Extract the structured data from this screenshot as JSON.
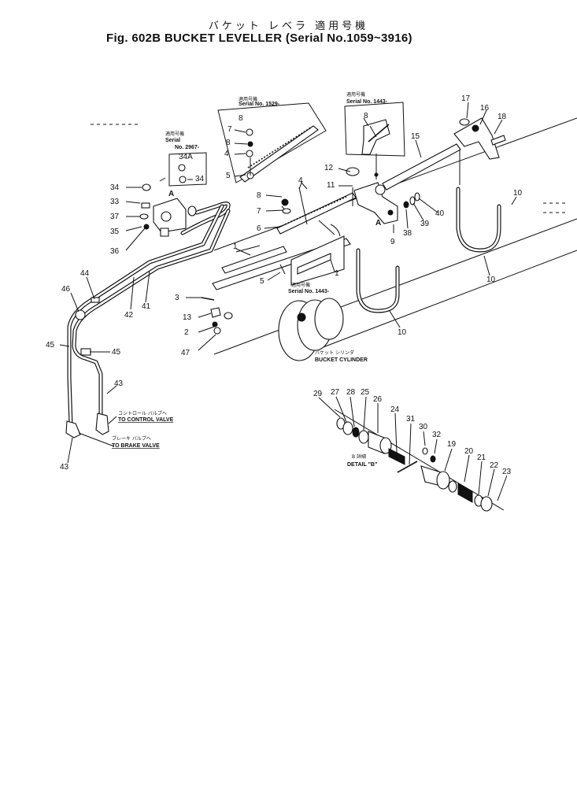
{
  "header": {
    "title_jp": "バケット レベラ 適用号機",
    "title_en": "Fig. 602B BUCKET LEVELLER (Serial No.1059~3916)"
  },
  "callouts": {
    "serial_1529": {
      "jp": "適用号機",
      "en": "Serial No. 1529-"
    },
    "serial_1443_top": {
      "jp": "適用号機",
      "en": "Serial No. 1443-"
    },
    "serial_2967": {
      "jp": "適用号機",
      "en_line1": "Serial",
      "en_line2": "No. 2967-"
    },
    "serial_1443_mid": {
      "jp": "適用号機",
      "en": "Serial No. 1443-"
    },
    "bucket_cylinder": {
      "jp": "バケット シリンダ",
      "en": "BUCKET CYLINDER"
    },
    "control_valve": {
      "jp": "コントロール バルブへ",
      "en": "TO CONTROL VALVE"
    },
    "brake_valve": {
      "jp": "ブレーキ バルブへ",
      "en": "TO BRAKE VALVE"
    },
    "detail_b": {
      "jp": "B 詳細",
      "en": "DETAIL \"B\""
    },
    "view_a_1": "A",
    "view_a_2": "A"
  },
  "part_numbers": {
    "p1": "1",
    "p1b": "1",
    "p2": "2",
    "p3": "3",
    "p4a": "4",
    "p4b": "4",
    "p5a": "5",
    "p5b": "5",
    "p6": "6",
    "p7a": "7",
    "p7b": "7",
    "p8a": "8",
    "p8b": "8",
    "p8c": "8",
    "p8d": "8",
    "p9": "9",
    "p10a": "10",
    "p10b": "10",
    "p10c": "10",
    "p11": "11",
    "p12": "12",
    "p13": "13",
    "p15": "15",
    "p16": "16",
    "p17": "17",
    "p18": "18",
    "p19": "19",
    "p20": "20",
    "p21": "21",
    "p22": "22",
    "p23": "23",
    "p24": "24",
    "p25": "25",
    "p26": "26",
    "p27": "27",
    "p28": "28",
    "p29": "29",
    "p30": "30",
    "p31": "31",
    "p32": "32",
    "p33": "33",
    "p34a": "34",
    "p34b": "34",
    "p34A": "34A",
    "p35": "35",
    "p36": "36",
    "p37": "37",
    "p38": "38",
    "p39": "39",
    "p40": "40",
    "p41": "41",
    "p42": "42",
    "p43a": "43",
    "p43b": "43",
    "p44": "44",
    "p45a": "45",
    "p45b": "45",
    "p46": "46",
    "p47": "47"
  }
}
